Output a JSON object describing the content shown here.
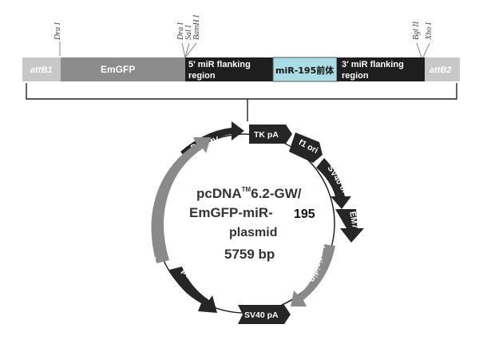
{
  "restriction_sites": {
    "dra1_left": "Dra I",
    "dra1_mid": "Dra I",
    "sal1": "Sal I",
    "bamh1": "BamH I",
    "bgl2": "Bgl II",
    "xho1": "Xho I"
  },
  "cassette": {
    "attb1": "attB1",
    "emgfp": "EmGFP",
    "flank5_line1": "5' miR flanking",
    "flank5_line2": "region",
    "mir": "miR-195前体",
    "flank3_line1": "3' miR flanking",
    "flank3_line2": "region",
    "attb2": "attB2"
  },
  "plasmid": {
    "name_line1": "pcDNA",
    "tm": "TM",
    "name_line1_suffix": "6.2-GW/",
    "name_line2": "EmGFP-miR-",
    "name_line2_box": "195",
    "name_line3": "plasmid",
    "size": "5759 bp"
  },
  "features": {
    "pcmv_p": "P",
    "pcmv_sub": "CMV",
    "tk_pa": "TK pA",
    "f1_ori": "f1 ori",
    "sv40_ori": "SV40 ori",
    "em7": "EM7",
    "blasticidin": "Blasticidin",
    "sv40_pa": "SV40 pA",
    "puc_ori": "pUC ori",
    "spectinomycin": "Spectinomycin"
  },
  "colors": {
    "attb": "#c8c8c8",
    "emgfp": "#8c8c8c",
    "flank": "#1e1e1e",
    "mir_box": "#a9dde3",
    "dark_arrow": "#262626",
    "gray_arrow": "#8a8a8a"
  }
}
